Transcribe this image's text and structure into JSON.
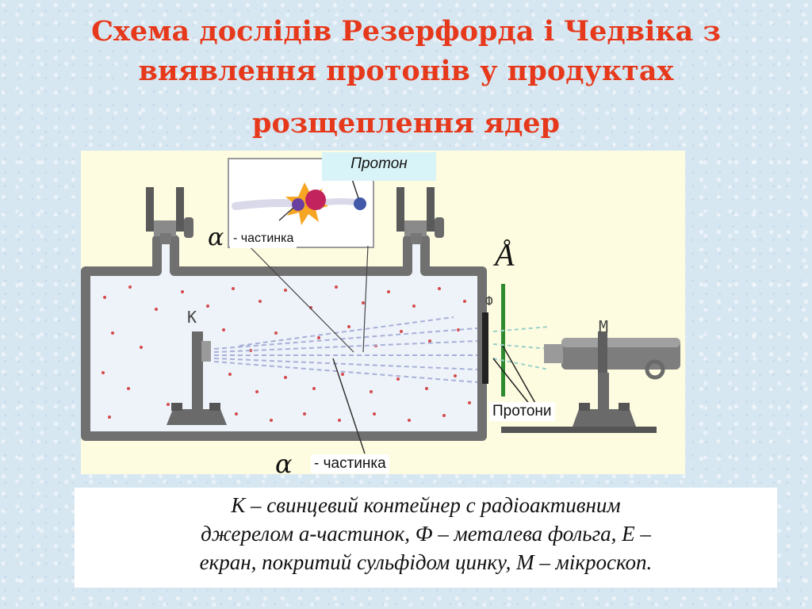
{
  "title": {
    "line1": "Схема дослідів  Резерфорда і Чедвіка з",
    "line2": "виявлення протонів у продуктах",
    "line3": "розщеплення ядер"
  },
  "labels": {
    "proton": "Протон",
    "alpha_symbol": "α",
    "alpha_particle_top": "- частинка",
    "alpha_particle_bottom": "- частинка",
    "angstrom": "Å",
    "container_k": "K",
    "foil_f": "Ф",
    "microscope_m": "M",
    "protons": "Протони"
  },
  "caption": {
    "line1": "К – свинцевий контейнер с радіоактивним",
    "line2": "джерелом а-частинок, Ф – металева фольга, Е –",
    "line3": "екран, покритий сульфідом цинку, М – мікроскоп."
  },
  "colors": {
    "title": "#e6391c",
    "diagram_bg": "#fdfce0",
    "vessel_wall": "#707070",
    "vessel_fill": "#eef3fa",
    "gas_dots": "#d44a4a",
    "screen": "#2f8a2f",
    "proton_box": "#d8f4f8"
  }
}
